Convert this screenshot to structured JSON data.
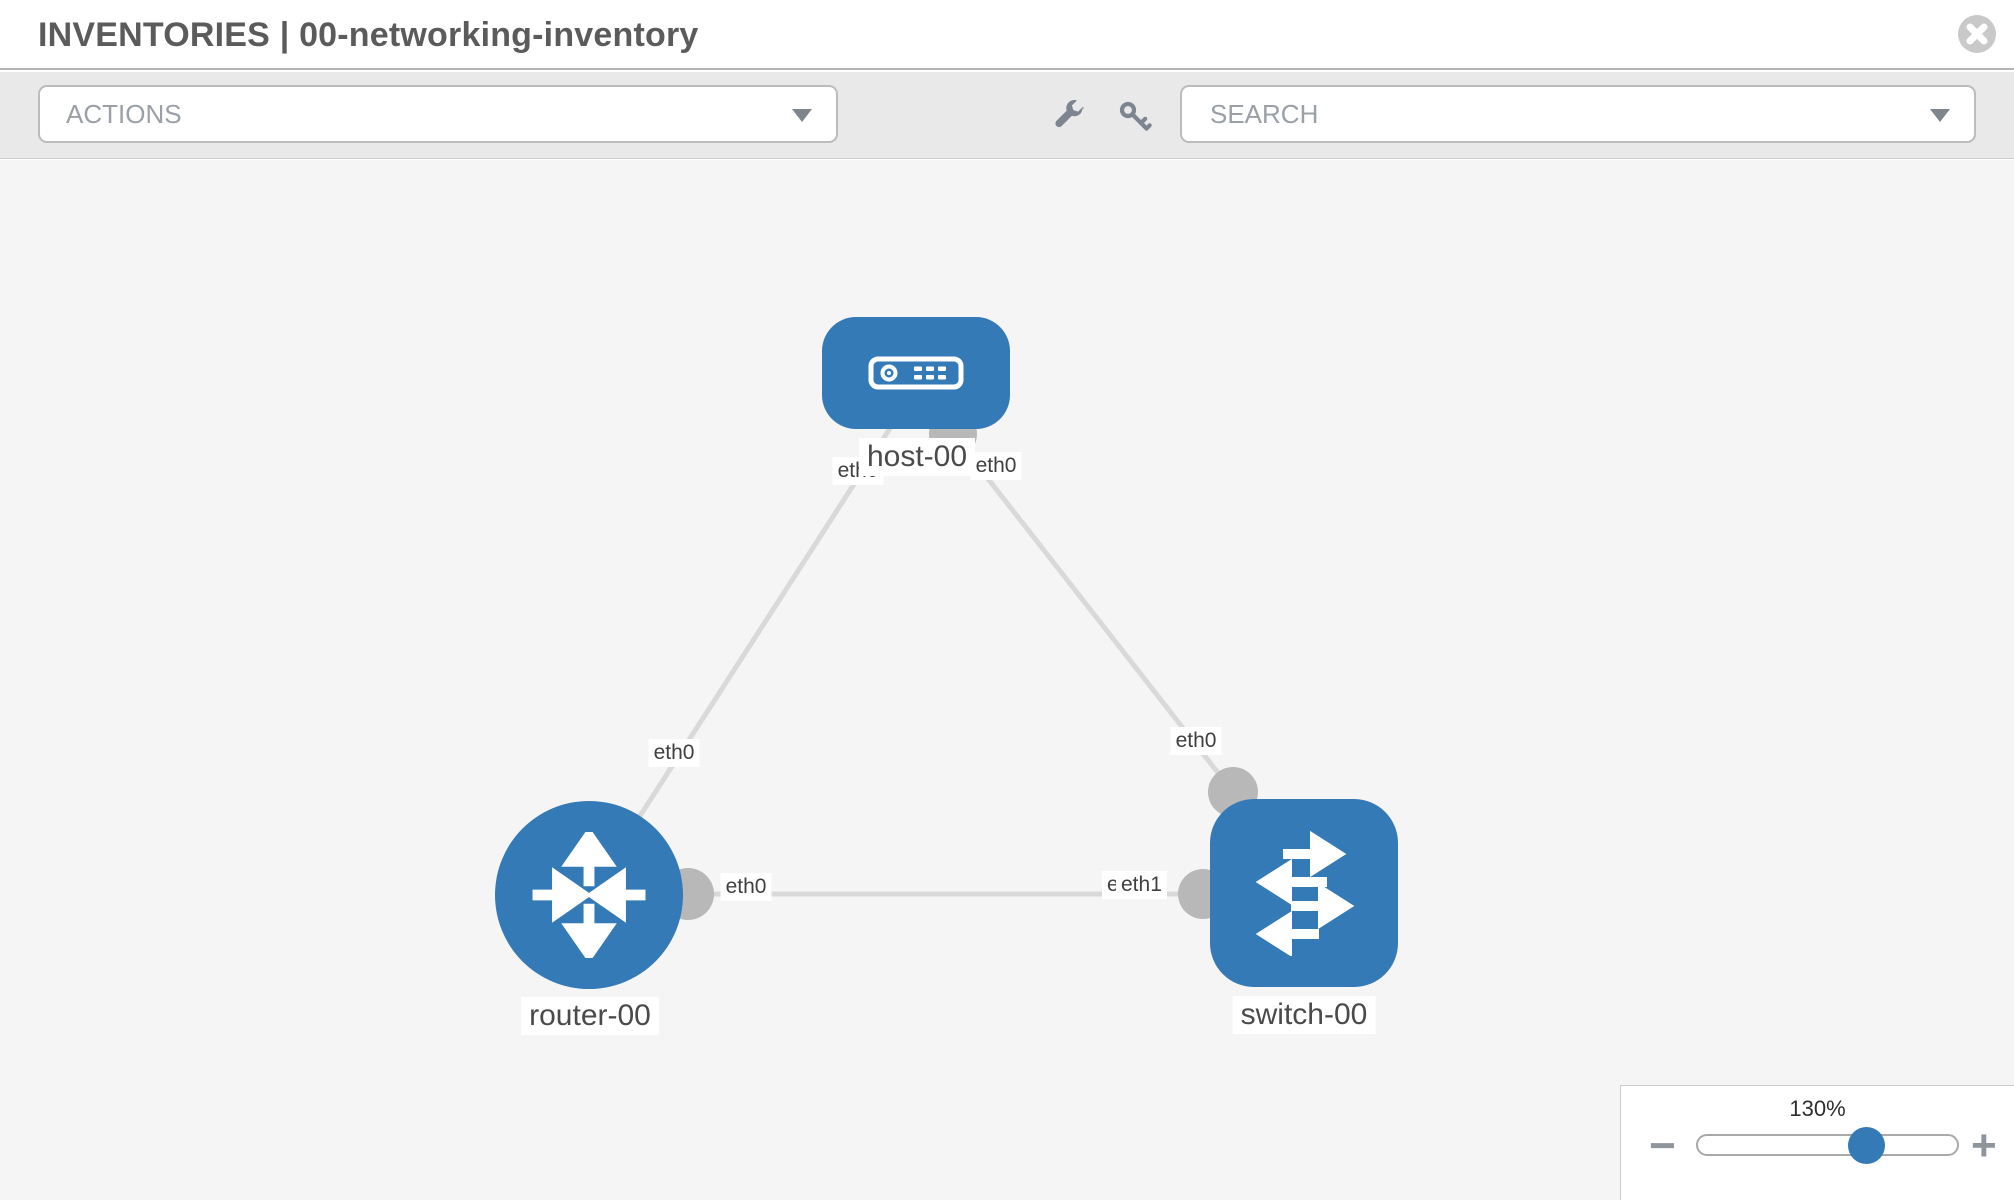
{
  "header": {
    "title": "INVENTORIES | 00-networking-inventory"
  },
  "toolbar": {
    "actions_placeholder": "ACTIONS",
    "search_placeholder": "SEARCH",
    "icons": [
      "wrench",
      "key"
    ]
  },
  "topology": {
    "nodes": [
      {
        "id": "host-00",
        "type": "host",
        "label": "host-00"
      },
      {
        "id": "router-00",
        "type": "router",
        "label": "router-00"
      },
      {
        "id": "switch-00",
        "type": "switch",
        "label": "switch-00"
      }
    ],
    "links": [
      {
        "source": "host-00",
        "target": "router-00",
        "source_interface": "eth0",
        "target_interface": "eth0"
      },
      {
        "source": "host-00",
        "target": "switch-00",
        "source_interface": "eth0",
        "target_interface": "eth0"
      },
      {
        "source": "router-00",
        "target": "switch-00",
        "source_interface": "eth0",
        "target_interface": "eth1"
      }
    ],
    "interface_labels": {
      "host_left": "eth0",
      "host_right": "eth0",
      "router_top": "eth0",
      "switch_top": "eth0",
      "router_right": "eth0",
      "switch_left_under": "eth0",
      "switch_left_over": "eth1"
    }
  },
  "zoom_control": {
    "level": "130%",
    "zoom_out": "−",
    "zoom_in": "+"
  },
  "colors": {
    "node_blue": "#337ab7",
    "link_gray": "#d9d9d9",
    "connector_gray": "#b8b8b8",
    "canvas_bg": "#f5f5f5",
    "toolbar_bg": "#e9e9e9"
  }
}
